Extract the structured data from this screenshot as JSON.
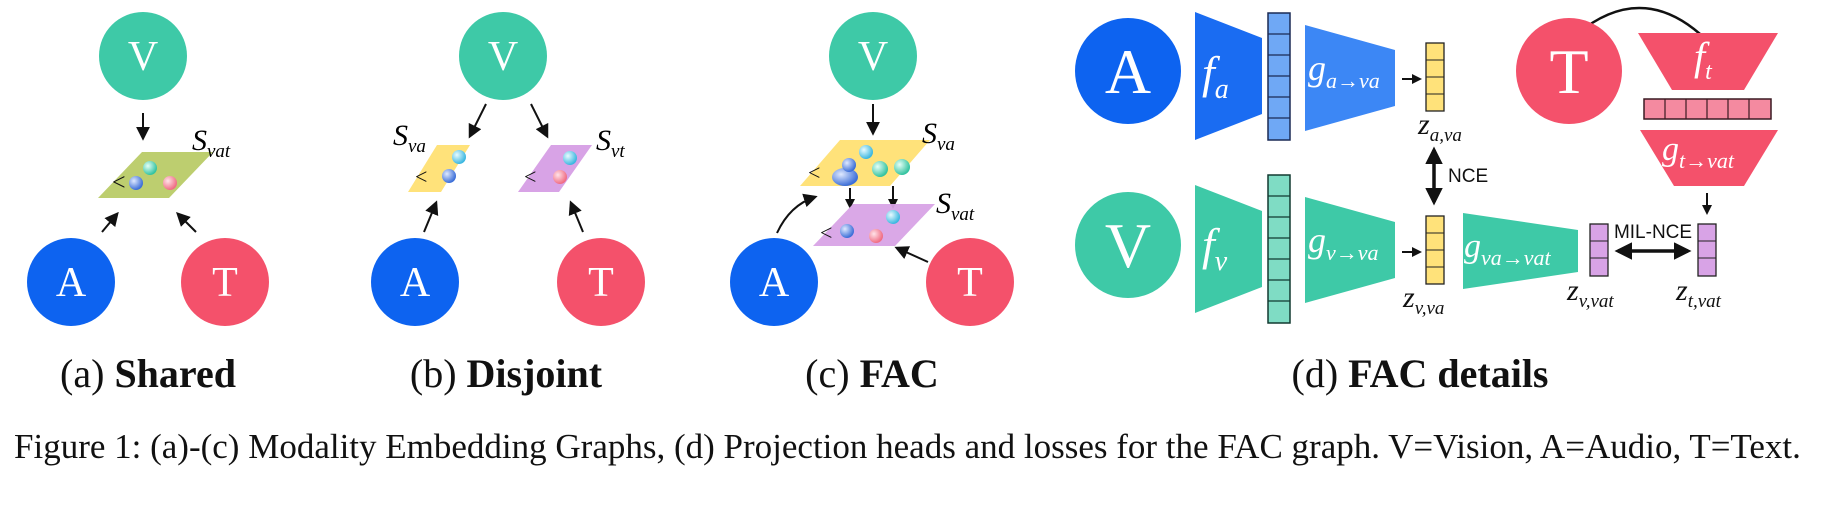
{
  "panels": {
    "a": {
      "caption_prefix": "(a) ",
      "caption_bold": "Shared"
    },
    "b": {
      "caption_prefix": "(b) ",
      "caption_bold": "Disjoint"
    },
    "c": {
      "caption_prefix": "(c) ",
      "caption_bold": "FAC"
    },
    "d": {
      "caption_prefix": "(d) ",
      "caption_bold": "FAC details"
    }
  },
  "nodes": {
    "vision": "V",
    "audio": "A",
    "text": "T"
  },
  "spaces": {
    "vat_script": "S",
    "vat_sub": "vat",
    "va_script": "S",
    "va_sub": "va",
    "vt_script": "S",
    "vt_sub": "vt"
  },
  "details": {
    "f_a": {
      "base": "f",
      "sub": "a"
    },
    "f_v": {
      "base": "f",
      "sub": "v"
    },
    "f_t": {
      "base": "f",
      "sub": "t"
    },
    "g_a_va": {
      "base": "g",
      "sub": "a→va"
    },
    "g_v_va": {
      "base": "g",
      "sub": "v→va"
    },
    "g_t_vat": {
      "base": "g",
      "sub": "t→vat"
    },
    "g_va_vat": {
      "base": "g",
      "sub": "va→vat"
    },
    "z_a_va": {
      "base": "z",
      "sub": "a,va"
    },
    "z_v_va": {
      "base": "z",
      "sub": "v,va"
    },
    "z_v_vat": {
      "base": "z",
      "sub": "v,vat"
    },
    "z_t_vat": {
      "base": "z",
      "sub": "t,vat"
    },
    "loss_nce": "NCE",
    "loss_mil_nce": "MIL-NCE"
  },
  "caption": "Figure 1: (a)-(c) Modality Embedding Graphs, (d) Projection heads and losses for the FAC graph. V=Vision, A=Audio, T=Text.",
  "colors": {
    "vision": "#3ec9a7",
    "audio": "#0d63f0",
    "text": "#f4516b",
    "space_vat": "#b6c95f",
    "space_va": "#ffe27a",
    "space_vt": "#d8a3e6",
    "audio_encoder": "#1a6cf2",
    "audio_block": "#6fa8f5",
    "vision_block": "#7fdcc4",
    "text_block": "#f48aa0",
    "z_yellow": "#ffe27a",
    "z_purple": "#d8a3e6"
  }
}
